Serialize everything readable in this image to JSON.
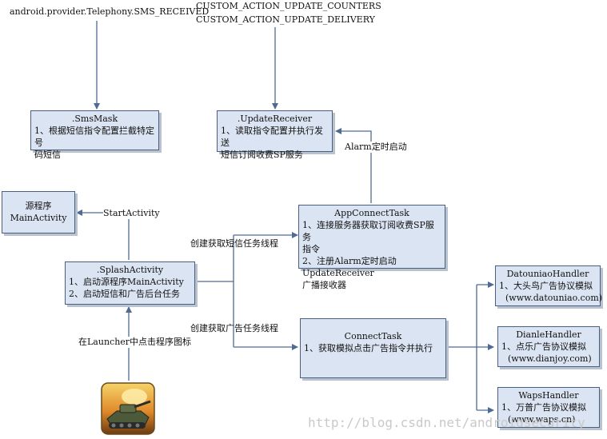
{
  "intents": {
    "sms_received": "android.provider.Telephony.SMS_RECEIVED",
    "update_counters": "CUSTOM_ACTION_UPDATE_COUNTERS",
    "update_delivery": "CUSTOM_ACTION_UPDATE_DELIVERY"
  },
  "sms_mask": {
    "title": ".SmsMask",
    "line1": "1、根据短信指令配置拦截特定号",
    "line2": "码短信"
  },
  "update_receiver": {
    "title": ".UpdateReceiver",
    "line1": "1、读取指令配置并执行发送",
    "line2": "短信订阅收费SP服务"
  },
  "main_activity": {
    "line1": "源程序",
    "line2": "MainActivity"
  },
  "splash_activity": {
    "title": ".SplashActivity",
    "line1": "1、启动源程序MainActivity",
    "line2": "2、启动短信和广告后台任务"
  },
  "app_connect_task": {
    "title": "AppConnectTask",
    "line1": "1、连接服务器获取订阅收费SP服务",
    "line2": "指令",
    "line3": "2、注册Alarm定时启动UpdateReceiver",
    "line4": "广播接收器"
  },
  "connect_task": {
    "title": "ConnectTask",
    "line1": "1、获取模拟点击广告指令并执行"
  },
  "datouniao_handler": {
    "title": "DatouniaoHandler",
    "line1": "1、大头鸟广告协议模拟",
    "line2": "(www.datouniao.com)"
  },
  "dianle_handler": {
    "title": "DianleHandler",
    "line1": "1、点乐广告协议模拟",
    "line2": "(www.dianjoy.com)"
  },
  "waps_handler": {
    "title": "WapsHandler",
    "line1": "1、万普广告协议模拟",
    "line2": "(www.waps.cn)"
  },
  "labels": {
    "alarm": "Alarm定时启动",
    "start_activity": "StartActivity",
    "create_sms_thread": "创建获取短信任务线程",
    "create_ad_thread": "创建获取广告任务线程",
    "launcher_click": "在Launcher中点击程序图标"
  },
  "watermark": "http://blog.csdn.net/androidsecurity",
  "colors": {
    "box_fill": "#dbe4f2",
    "box_border": "#4a5f80",
    "arrow": "#4f6a93"
  }
}
